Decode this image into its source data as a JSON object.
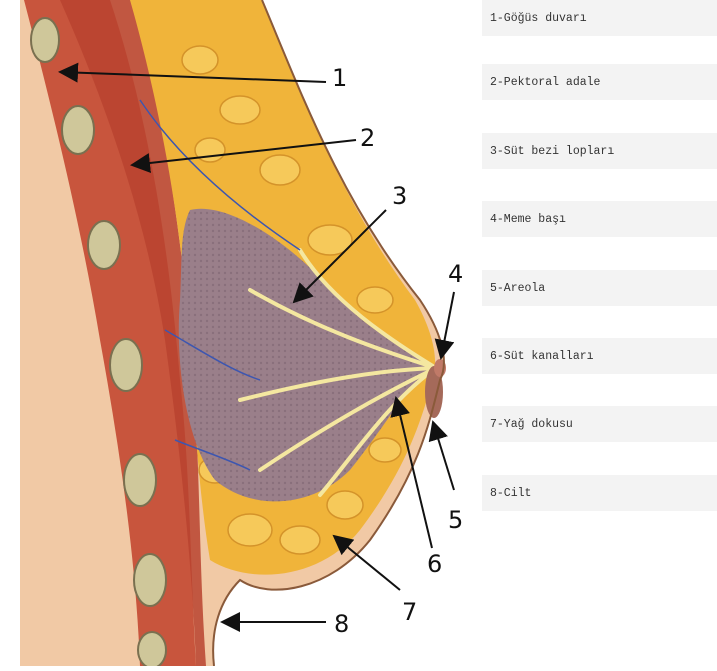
{
  "diagram": {
    "callouts": [
      "1",
      "2",
      "3",
      "4",
      "5",
      "6",
      "7",
      "8"
    ]
  },
  "legend": {
    "items": [
      "1-Göğüs duvarı",
      "2-Pektoral adale",
      "3-Süt bezi lopları",
      "4-Meme başı",
      "5-Areola",
      "6-Süt kanalları",
      "7-Yağ dokusu",
      "8-Cilt"
    ]
  },
  "colors": {
    "skin": "#f1c9a5",
    "muscle": "#c8553d",
    "fat": "#f0b43a",
    "lobule": "#9a7f8a",
    "rib": "#cfc79a"
  }
}
